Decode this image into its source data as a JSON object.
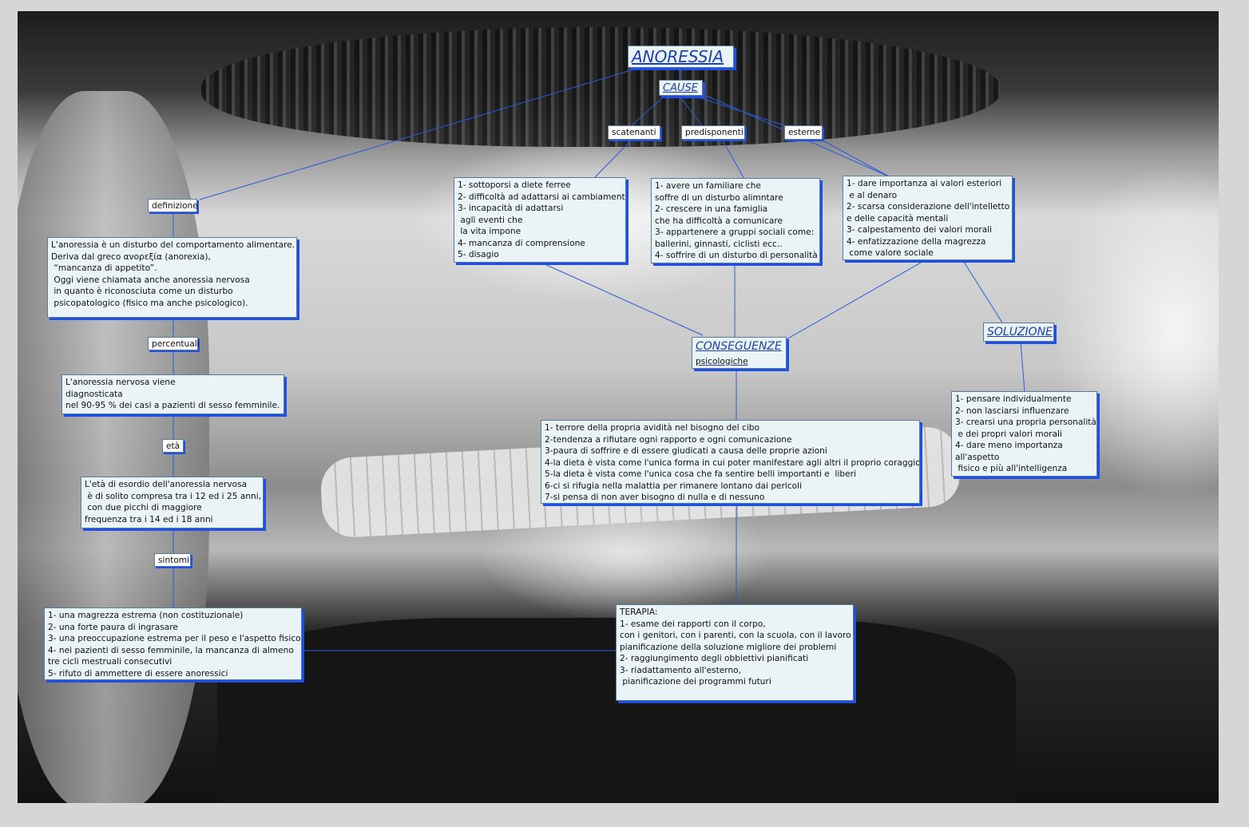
{
  "title": "ANORESSIA",
  "cause": {
    "title": "CAUSE",
    "labels": [
      "scatenanti",
      "predisponenti",
      "esterne"
    ],
    "scatenanti_text": "1- sottoporsi a diete ferree\n2- difficoltà ad adattarsi ai cambiamenti\n3- incapacità di adattarsi\n agli eventi che\n la vita impone\n4- mancanza di comprensione\n5- disagio",
    "predisponenti_text": "1- avere un familiare che\nsoffre di un disturbo alimntare\n2- crescere in una famiglia\nche ha difficoltà a comunicare\n3- appartenere a gruppi sociali come:\nballerini, ginnasti, ciclisti ecc..\n4- soffrire di un disturbo di personalità",
    "esterne_text": "1- dare importanza ai valori esteriori\n e al denaro\n2- scarsa considerazione dell'intelletto\ne delle capacità mentali\n3- calpestamento dei valori morali\n4- enfatizzazione della magrezza\n come valore sociale"
  },
  "left": {
    "definizione_label": "definizione",
    "definizione_text": "L'anoressia è un disturbo del comportamento alimentare.\nDeriva dal greco ανορεξία (anorexia),\n “mancanza di appetito”.\n Oggi viene chiamata anche anoressia nervosa\n in quanto è riconosciuta come un disturbo\n psicopatologico (fisico ma anche psicologico).",
    "percentuali_label": "percentuali",
    "percentuali_text": "L'anoressia nervosa viene\ndiagnosticata\nnel 90-95 % dei casi a pazienti di sesso femminile.",
    "eta_label": "età",
    "eta_text": "L'età di esordio dell'anoressia nervosa\n è di solito compresa tra i 12 ed i 25 anni,\n con due picchi di maggiore\nfrequenza tra i 14 ed i 18 anni",
    "sintomi_label": "sintomi",
    "sintomi_text": "1- una magrezza estrema (non costituzionale)\n2- una forte paura di ingrasare\n3- una preoccupazione estrema per il peso e l'aspetto fisico\n4- nei pazienti di sesso femminile, la mancanza di almeno\ntre cicli mestruali consecutivi\n5- rifuto di ammettere di essere anoressici"
  },
  "conseguenze": {
    "title": "CONSEGUENZE",
    "subtitle": "psicologiche",
    "text": "1- terrore della propria avidità nel bisogno del cibo\n2-tendenza a rifiutare ogni rapporto e ogni comunicazione\n3-paura di soffrire e di essere giudicati a causa delle proprie azioni\n4-la dieta è vista come l'unica forma in cui poter manifestare agli altri il proprio coraggio\n5-la dieta è vista come l'unica cosa che fa sentire belli importanti e  liberi\n6-ci si rifugia nella malattia per rimanere lontano dai pericoli\n7-si pensa di non aver bisogno di nulla e di nessuno"
  },
  "terapia": {
    "text": "TERAPIA:\n1- esame dei rapporti con il corpo,\ncon i genitori, con i parenti, con la scuola, con il lavoro\npianificazione della soluzione migliore dei problemi\n2- raggiungimento degli obbiettivi pianificati\n3- riadattamento all'esterno,\n pianificazione dei programmi futuri"
  },
  "soluzione": {
    "title": "SOLUZIONE",
    "text": "1- pensare individualmente\n2- non lasciarsi influenzare\n3- crearsi una propria personalità\n e dei propri valori morali\n4- dare meno importanza\nall'aspetto\n fisico e più all'intelligenza"
  },
  "colors": {
    "accent_shadow": "#1e4fe6",
    "title_text": "#1d3fb0",
    "box_bg": "#eaf4f7",
    "link_line": "#2a5bd8"
  }
}
